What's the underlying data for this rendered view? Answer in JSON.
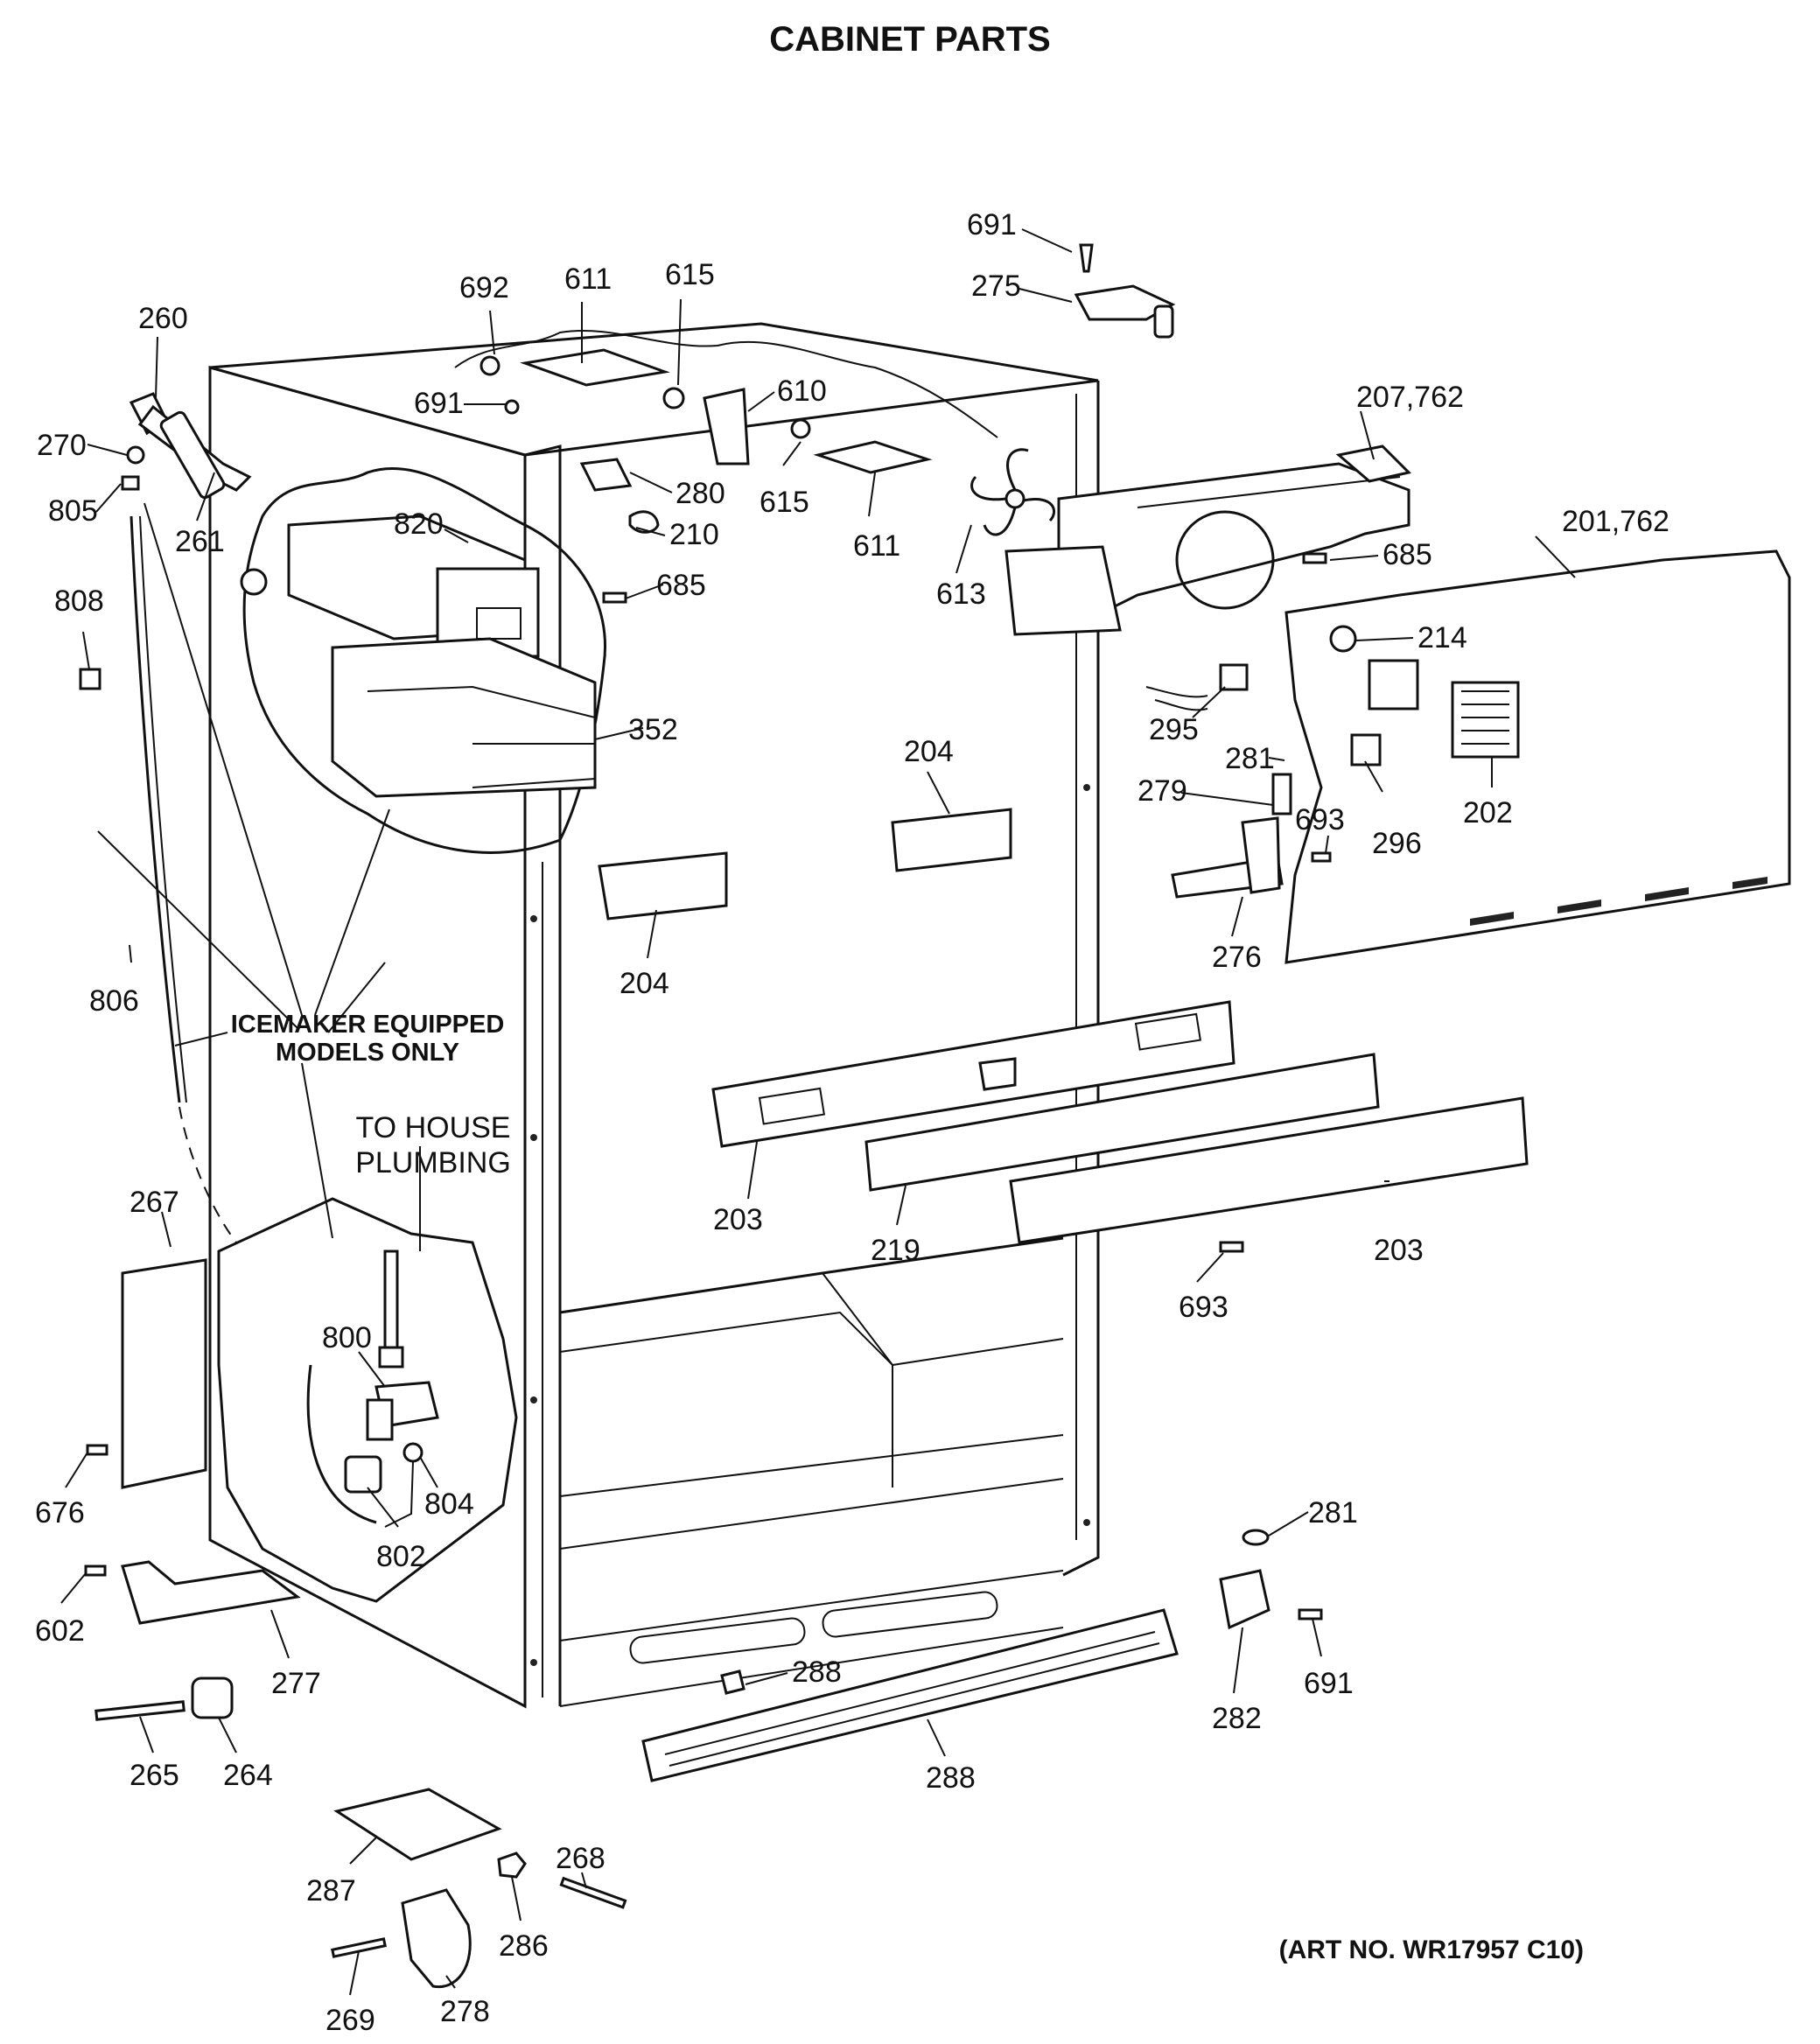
{
  "title": "CABINET PARTS",
  "art_number": "(ART NO. WR17957 C10)",
  "notes": {
    "icemaker_line1": "ICEMAKER EQUIPPED",
    "icemaker_line2": "MODELS ONLY",
    "plumbing_line1": "TO HOUSE",
    "plumbing_line2": "PLUMBING"
  },
  "parts": {
    "p691a": "691",
    "p275": "275",
    "p692": "692",
    "p611a": "611",
    "p615a": "615",
    "p610": "610",
    "p691b": "691",
    "p260": "260",
    "p270": "270",
    "p805": "805",
    "p261": "261",
    "p820": "820",
    "p280": "280",
    "p615b": "615",
    "p611b": "611",
    "p210": "210",
    "p613": "613",
    "p207": "207,762",
    "p201": "201,762",
    "p685a": "685",
    "p685b": "685",
    "p214": "214",
    "p808": "808",
    "p352": "352",
    "p295": "295",
    "p281a": "281",
    "p279": "279",
    "p693a": "693",
    "p296": "296",
    "p202": "202",
    "p204a": "204",
    "p204b": "204",
    "p276": "276",
    "p806": "806",
    "p203a": "203",
    "p219": "219",
    "p203b": "203",
    "p693b": "693",
    "p267": "267",
    "p800": "800",
    "p804": "804",
    "p802": "802",
    "p676": "676",
    "p281b": "281",
    "p602": "602",
    "p277": "277",
    "p282": "282",
    "p691c": "691",
    "p288a": "288",
    "p265": "265",
    "p264": "264",
    "p288b": "288",
    "p268": "268",
    "p287": "287",
    "p286": "286",
    "p269": "269",
    "p278": "278"
  }
}
